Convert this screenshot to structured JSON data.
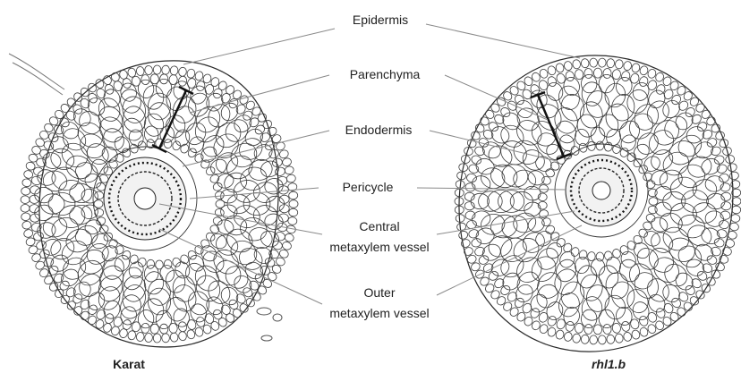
{
  "labels": {
    "epidermis": "Epidermis",
    "parenchyma": "Parenchyma",
    "endodermis": "Endodermis",
    "pericycle": "Pericycle",
    "central_line1": "Central",
    "central_line2": "metaxylem vessel",
    "outer_line1": "Outer",
    "outer_line2": "metaxylem vessel"
  },
  "samples": {
    "left": "Karat",
    "right": "rhl1.b"
  }
}
